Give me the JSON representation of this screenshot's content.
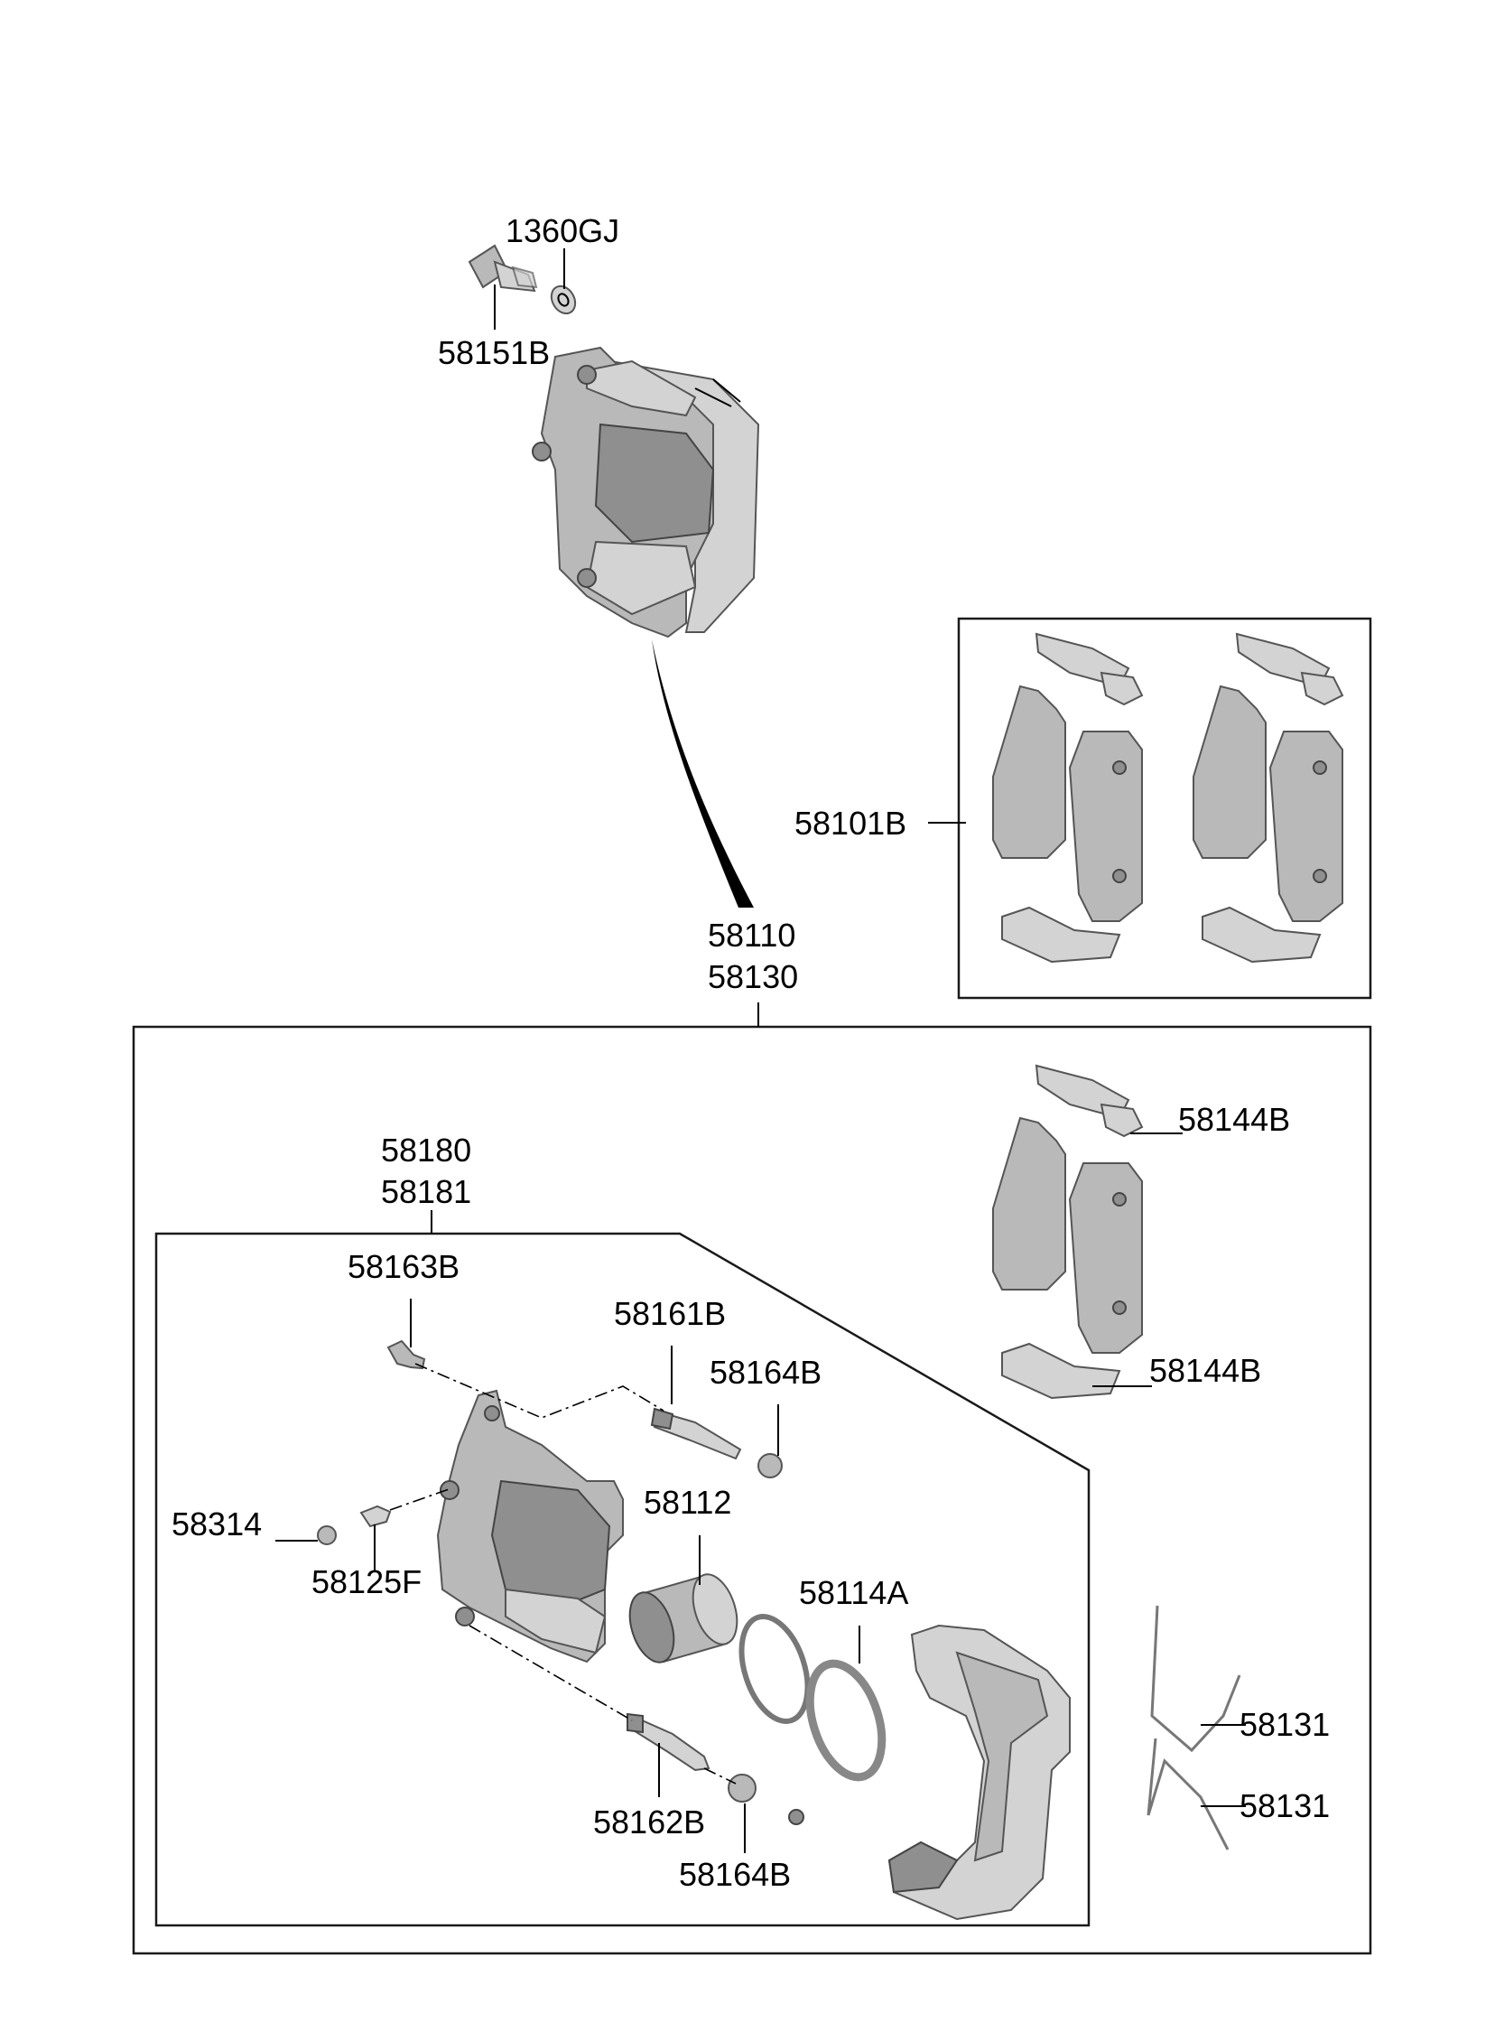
{
  "diagram": {
    "labels": {
      "bolt_washer": "1360GJ",
      "caliper_bolt_top": "58151B",
      "pad_kit_box": "58101B",
      "caliper_assy_1": "58110",
      "caliper_assy_2": "58130",
      "pad_spring_upper": "58144B",
      "pad_spring_lower": "58144B",
      "housing_1": "58180",
      "housing_2": "58181",
      "boot_upper": "58163B",
      "guide_pin_upper": "58161B",
      "pin_boot_upper": "58164B",
      "bleeder_cap": "58314",
      "bleeder_screw": "58125F",
      "piston": "58112",
      "piston_seal": "58114A",
      "wire_spring_1": "58131",
      "wire_spring_2": "58131",
      "guide_pin_lower": "58162B",
      "pin_boot_lower": "58164B"
    }
  }
}
